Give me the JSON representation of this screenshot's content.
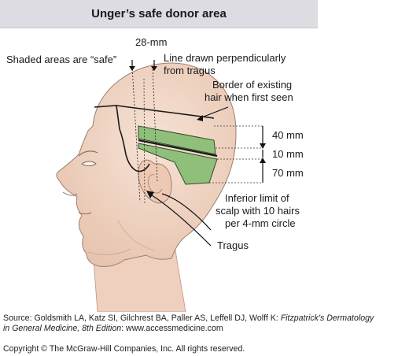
{
  "figure": {
    "title": "Unger’s safe donor area",
    "labels": {
      "shaded": "Shaded areas are “safe”",
      "width_28mm": "28-mm",
      "perp_line_1": "Line drawn perpendicularly",
      "perp_line_2": "from tragus",
      "border_1": "Border of existing",
      "border_2": "hair when first seen",
      "dim_40": "40 mm",
      "dim_10": "10 mm",
      "dim_70": "70 mm",
      "inferior_1": "Inferior limit of",
      "inferior_2": "scalp with 10 hairs",
      "inferior_3": "per 4-mm circle",
      "tragus": "Tragus"
    },
    "colors": {
      "skin": "#f3d9c9",
      "skin_shadow": "#e2bba6",
      "safe_zone": "#8fbf7a",
      "title_bar": "#dcdce2"
    }
  },
  "source": {
    "prefix": "Source: Goldsmith LA, Katz SI, Gilchrest BA, Paller AS, Leffell DJ, Wolff K: ",
    "book_1": "Fitzpatrick's Dermatology",
    "book_2": "in General Medicine, 8th Edition",
    "suffix": ": www.accessmedicine.com"
  },
  "copyright": "Copyright © The McGraw-Hill Companies, Inc. All rights reserved."
}
